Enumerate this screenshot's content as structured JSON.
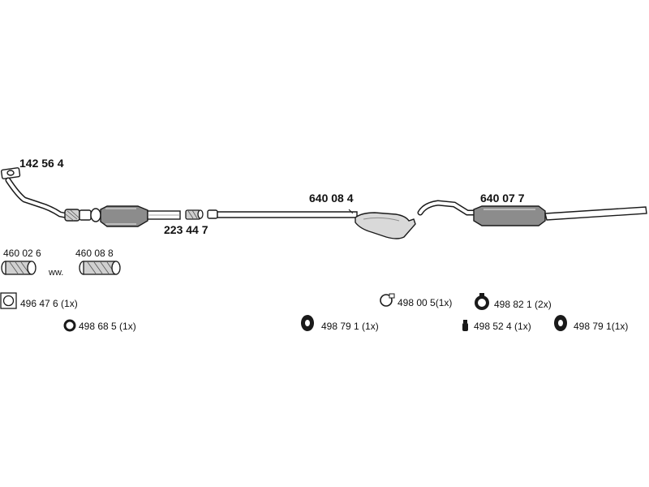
{
  "parts": {
    "front_pipe": "142 56 4",
    "connector_pipe": "223 44 7",
    "middle_silencer": "640 08 4",
    "rear_silencer": "640 07 7"
  },
  "repair_pipes": {
    "left": "460 02 6",
    "ww": "ww.",
    "right": "460 08 8"
  },
  "fittings": {
    "gasket": "496 47 6  (1x)",
    "ring_left": "498 68 5  (1x)",
    "hanger_middle": "498 79 1  (1x)",
    "clamp_ring": "498 00 5(1x)",
    "rubber_ring": "498 82 1  (2x)",
    "bolt": "498 52 4  (1x)",
    "hanger_right": "498 79 1(1x)"
  },
  "colors": {
    "line": "#1a1a1a",
    "fill_grey": "#8c8c8c",
    "fill_light": "#d9d9d9"
  }
}
